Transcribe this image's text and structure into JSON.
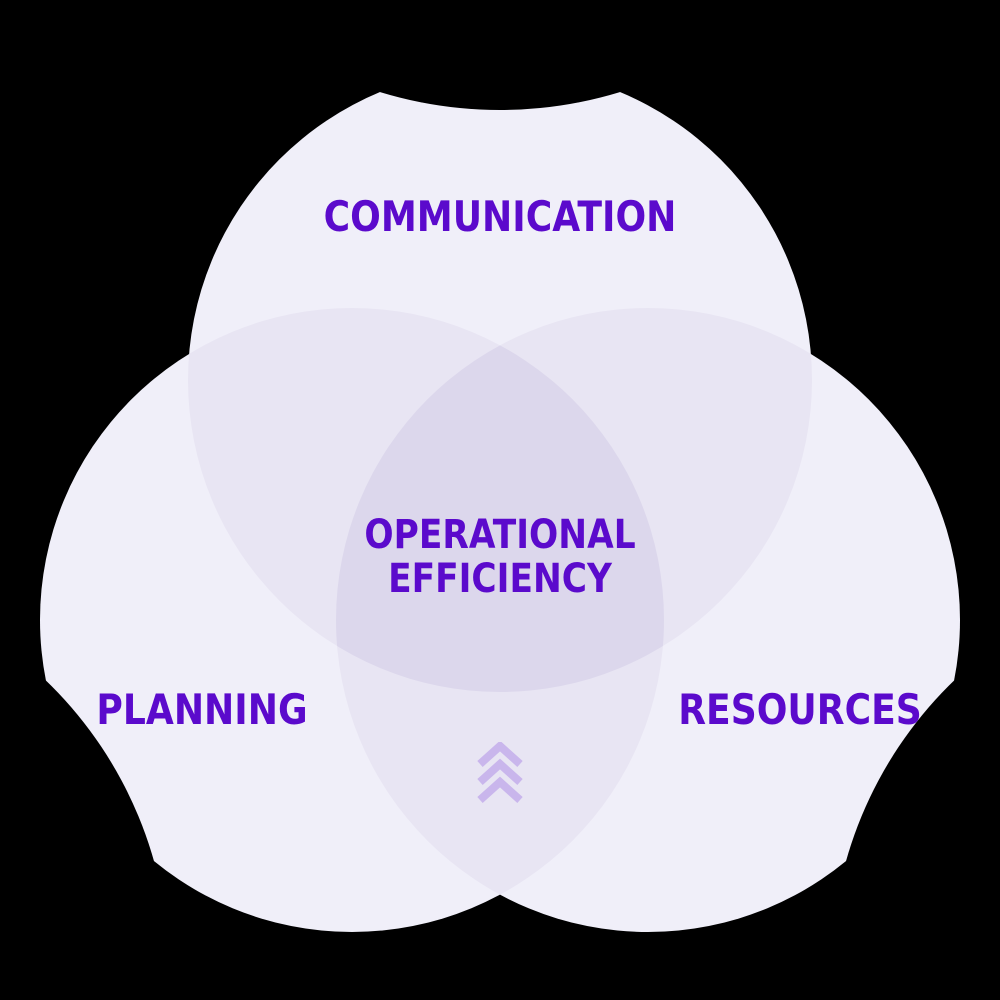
{
  "diagram": {
    "type": "venn-3",
    "background_color": "#000000",
    "text_color": "#5b0acc",
    "circle_fill": "#f0eff9",
    "pair_overlap_fill": "#e8e5f3",
    "center_overlap_fill": "#dcd7ec",
    "accent_icon_color": "#c9b6ec",
    "circles": [
      {
        "id": "top",
        "label": "COMMUNICATION"
      },
      {
        "id": "left",
        "label": "PLANNING"
      },
      {
        "id": "right",
        "label": "RESOURCES"
      }
    ],
    "center": {
      "line1": "OPERATIONAL",
      "line2": "EFFICIENCY"
    },
    "icon": "triple-chevron-up-icon"
  }
}
